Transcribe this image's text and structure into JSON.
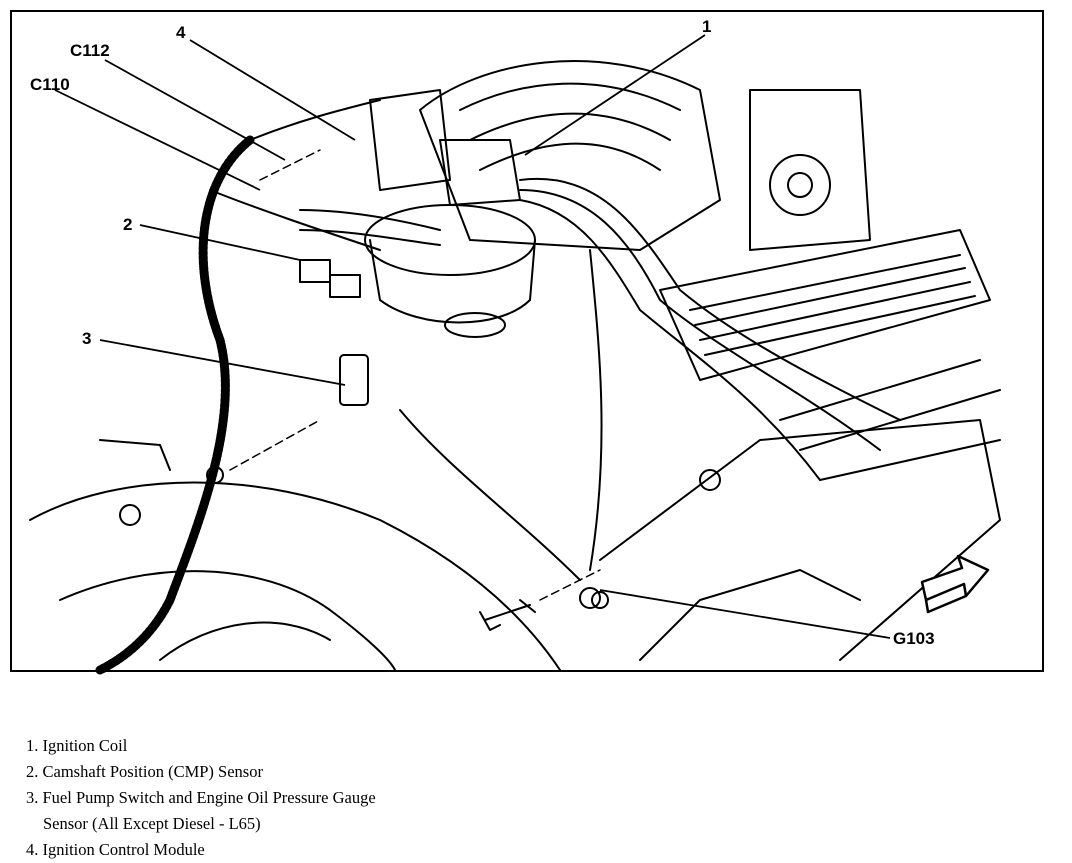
{
  "callouts": {
    "n1": "1",
    "n2": "2",
    "n3": "3",
    "n4": "4",
    "c112": "C112",
    "c110": "C110",
    "g103": "G103"
  },
  "legend": [
    {
      "number": "1.",
      "text": "Ignition Coil"
    },
    {
      "number": "2.",
      "text": "Camshaft Position (CMP) Sensor"
    },
    {
      "number": "3.",
      "text": "Fuel Pump Switch and Engine Oil Pressure Gauge",
      "continuation": "Sensor (All Except Diesel - L65)"
    },
    {
      "number": "4.",
      "text": "Ignition Control Module"
    }
  ],
  "colors": {
    "ink": "#000000",
    "paper": "#ffffff"
  },
  "icons": {
    "direction_arrow": "forward-arrow-icon"
  }
}
